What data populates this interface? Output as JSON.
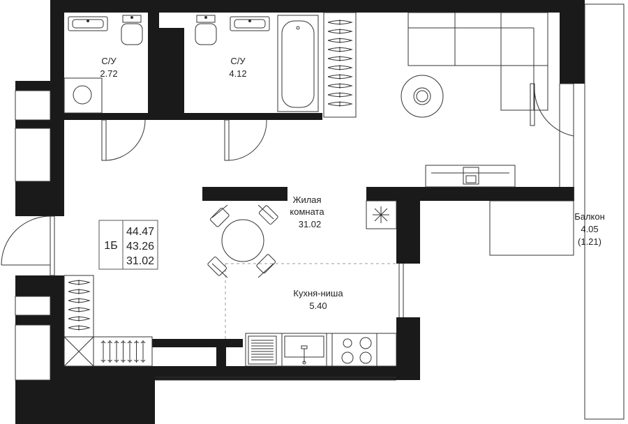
{
  "rooms": {
    "bathroom1": {
      "name": "С/У",
      "area": "2.72"
    },
    "bathroom2": {
      "name": "С/У",
      "area": "4.12"
    },
    "living": {
      "name_line1": "Жилая",
      "name_line2": "комната",
      "area": "31.02"
    },
    "kitchen": {
      "name": "Кухня-ниша",
      "area": "5.40"
    },
    "balcony": {
      "name": "Балкон",
      "area": "4.05",
      "area_reduced": "(1.21)"
    }
  },
  "apartment_badge": {
    "type": "1Б",
    "total_area": "44.47",
    "area_without_balcony": "43.26",
    "living_area": "31.02"
  },
  "colors": {
    "wall": "#1a1a1a",
    "line": "#333333",
    "background": "#ffffff"
  }
}
